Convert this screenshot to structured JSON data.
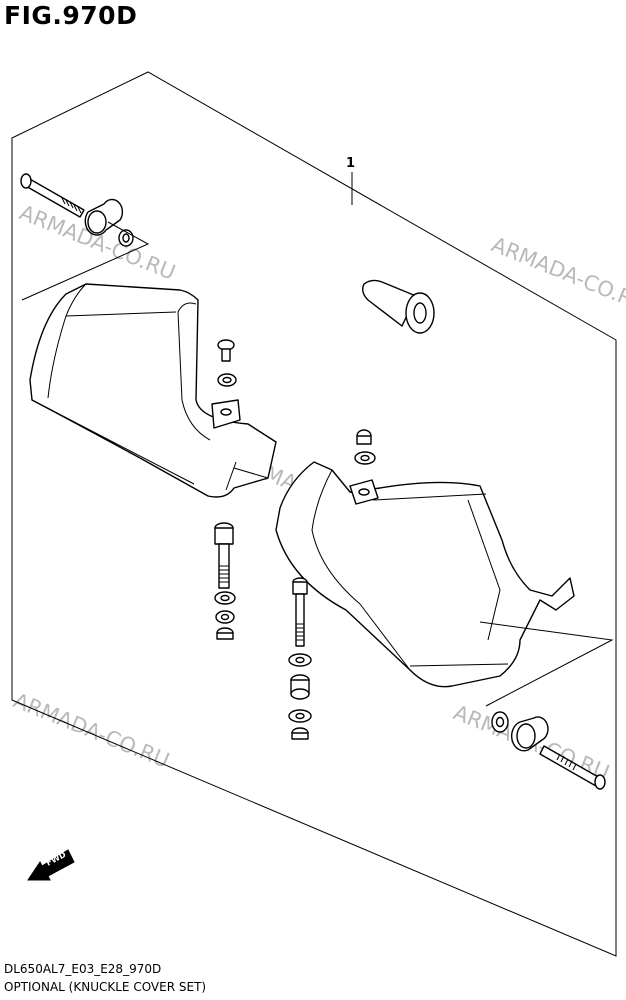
{
  "figure": {
    "title": "FIG.970D",
    "callout_number": "1",
    "fwd_label": "FWD",
    "watermark": "ARMADA-CO.RU"
  },
  "footer": {
    "code": "DL650AL7_E03_E28_970D",
    "description": "OPTIONAL (KNUCKLE COVER SET)"
  },
  "icons": {
    "fwd": "fwd-arrow-icon"
  }
}
